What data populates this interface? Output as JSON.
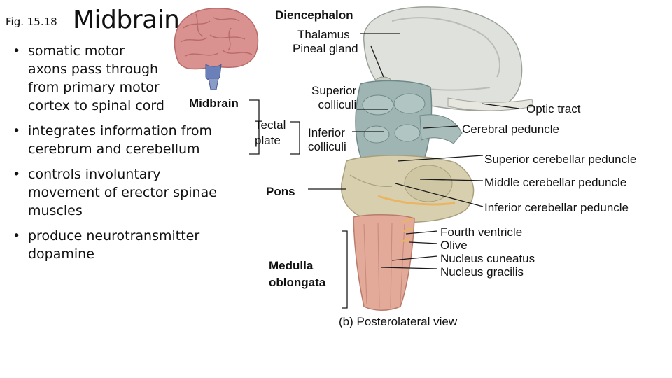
{
  "figure_ref": "Fig. 15.18",
  "title": "Midbrain",
  "bullets": [
    "somatic motor\naxons pass through\nfrom primary motor\ncortex to spinal cord",
    "integrates information from\ncerebrum and cerebellum",
    "controls involuntary\nmovement of erector spinae\nmuscles",
    "produce neurotransmitter\ndopamine"
  ],
  "inset_label": "Midbrain",
  "labels": {
    "diencephalon": "Diencephalon",
    "thalamus": "Thalamus",
    "pineal_gland": "Pineal gland",
    "superior_colliculi": "Superior\ncolliculi",
    "tectal_plate": "Tectal\nplate",
    "inferior_colliculi": "Inferior\ncolliculi",
    "pons": "Pons",
    "medulla_oblongata": "Medulla\noblongata",
    "optic_tract": "Optic tract",
    "cerebral_peduncle": "Cerebral peduncle",
    "superior_cerebellar_peduncle": "Superior cerebellar peduncle",
    "middle_cerebellar_peduncle": "Middle cerebellar peduncle",
    "inferior_cerebellar_peduncle": "Inferior cerebellar peduncle",
    "fourth_ventricle": "Fourth ventricle",
    "olive": "Olive",
    "nucleus_cuneatus": "Nucleus cuneatus",
    "nucleus_gracilis": "Nucleus gracilis"
  },
  "caption": "(b) Posterolateral view",
  "colors": {
    "brain_pink": "#d9928f",
    "brain_fold": "#b86b6a",
    "midbrain_blue": "#6b7fb8",
    "thalamus_gray": "#d9ddd6",
    "colliculi_blue": "#9fb5b4",
    "pons_tan": "#d8cfae",
    "medulla_pink": "#e3aa9a",
    "leader_line": "#1a1a1a"
  }
}
